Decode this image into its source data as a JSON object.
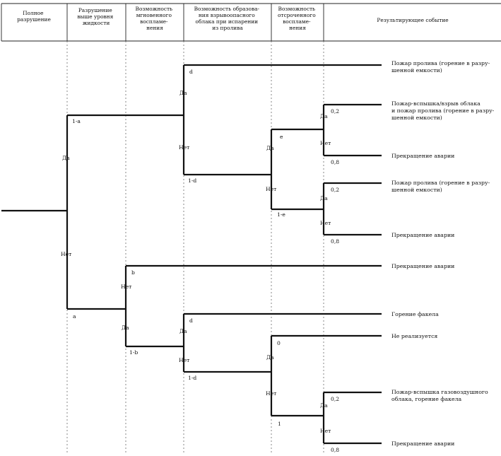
{
  "columns": [
    [
      "Полное",
      "разрушение"
    ],
    [
      "Разрушение",
      "выше уровня",
      "жидкости"
    ],
    [
      "Возможность",
      "мгновенного",
      "воспламе-",
      "нения"
    ],
    [
      "Возможность образова-",
      "ния взрывоопасного",
      "облака при испарении",
      "из пролива"
    ],
    [
      "Возможность",
      "отсроченного",
      "воспламе-",
      "нения"
    ],
    [
      "Результирующее событие"
    ]
  ],
  "labels": {
    "n1_yes": "Да",
    "n1_no": "Нет",
    "p_1a": "1-a",
    "p_a": "a",
    "n2_yes": "Да",
    "n2_no": "Нет",
    "p_b": "b",
    "p_1b": "1-b",
    "n3_yes": "Да",
    "n3_no": "Нет",
    "p_d": "d",
    "p_1d": "1-d",
    "n4_yes": "Да",
    "n4_no": "Нет",
    "p_e": "e",
    "p_1e": "1-e",
    "n5_yes": "Да",
    "n5_no": "Нет",
    "p_02a": "0,2",
    "p_08a": "0,8",
    "n6_yes": "Да",
    "n6_no": "Нет",
    "p_02b": "0,2",
    "p_08b": "0,8",
    "n7_yes": "Да",
    "n7_no": "Нет",
    "p_d2": "d",
    "p_1d2": "1-d",
    "n8_yes": "Да",
    "n8_no": "Нет",
    "p_0": "0",
    "p_1": "1",
    "n9_yes": "Да",
    "n9_no": "Нет",
    "p_02c": "0,2",
    "p_08c": "0,8"
  },
  "outcomes": [
    [
      "Пожар пролива (горение в разру-",
      "шенной емкости)"
    ],
    [
      "Пожар-вспышка/взрыв облака",
      "и пожар пролива (горение в разру-",
      "шенной емкости)"
    ],
    [
      "Прекращение аварии"
    ],
    [
      "Пожар пролива (горение в разру-",
      "шенной емкости)"
    ],
    [
      "Прекращение аварии"
    ],
    [
      "Прекращение аварии"
    ],
    [
      "Горение факела"
    ],
    [
      "Не реализуется"
    ],
    [
      "Пожар-вспышка газовоздушного",
      "облака, горение факела"
    ],
    [
      "Прекращение аварии"
    ]
  ]
}
